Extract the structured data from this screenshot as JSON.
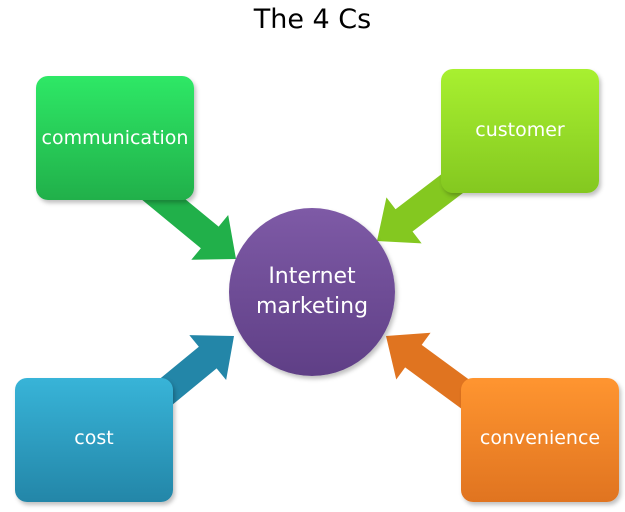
{
  "title": "The 4 Cs",
  "center": {
    "label_line1": "Internet",
    "label_line2": "marketing",
    "color": "#71509a"
  },
  "nodes": [
    {
      "label": "communication",
      "color_top": "#2ee866",
      "color_bottom": "#21b04a"
    },
    {
      "label": "customer",
      "color_top": "#a8f030",
      "color_bottom": "#84c820"
    },
    {
      "label": "cost",
      "color_top": "#38b4d8",
      "color_bottom": "#2386a8"
    },
    {
      "label": "convenience",
      "color_top": "#ff9530",
      "color_bottom": "#e07420"
    }
  ]
}
